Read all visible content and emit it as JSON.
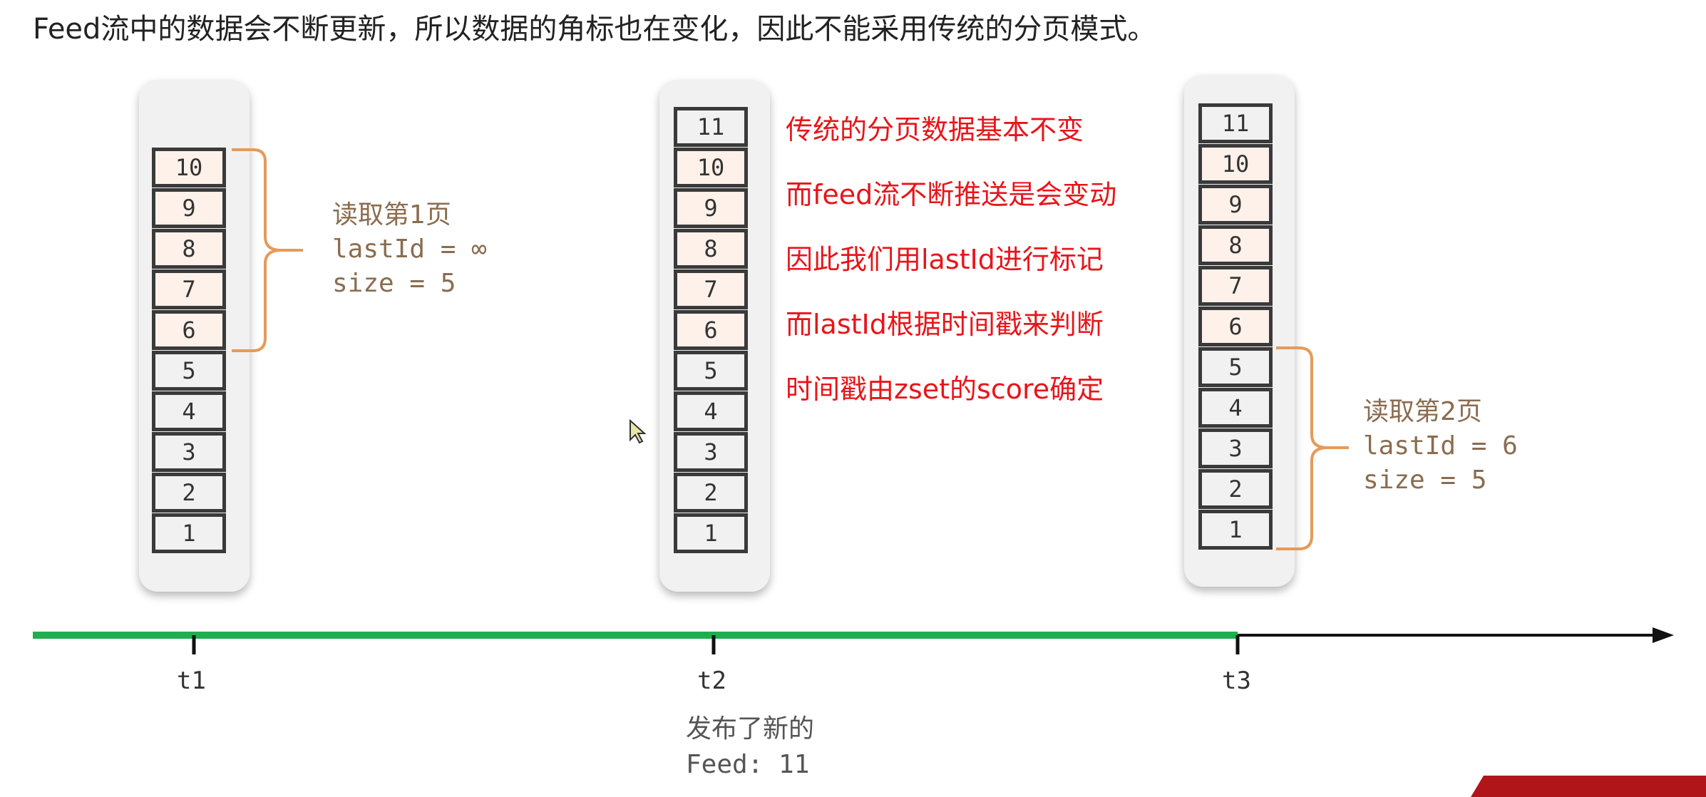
{
  "headline": "Feed流中的数据会不断更新，所以数据的角标也在变化，因此不能采用传统的分页模式。",
  "column_t1": {
    "cells": [
      "10",
      "9",
      "8",
      "7",
      "6",
      "5",
      "4",
      "3",
      "2",
      "1"
    ],
    "bracket": {
      "title": "读取第1页",
      "lastId": "lastId = ∞",
      "size": "size = 5"
    }
  },
  "column_t2": {
    "cells": [
      "11",
      "10",
      "9",
      "8",
      "7",
      "6",
      "5",
      "4",
      "3",
      "2",
      "1"
    ]
  },
  "column_t3": {
    "cells": [
      "11",
      "10",
      "9",
      "8",
      "7",
      "6",
      "5",
      "4",
      "3",
      "2",
      "1"
    ],
    "bracket": {
      "title": "读取第2页",
      "lastId": "lastId = 6",
      "size": "size = 5"
    }
  },
  "note": {
    "lines": [
      "传统的分页数据基本不变",
      "而feed流不断推送是会变动",
      "因此我们用lastId进行标记",
      "而lastId根据时间戳来判断",
      "时间戳由zset的score确定"
    ]
  },
  "timeline": {
    "ticks": [
      "t1",
      "t2",
      "t3"
    ],
    "t2_caption": {
      "line1": "发布了新的",
      "line2": "Feed: 11"
    }
  },
  "colors": {
    "progress_green": "#1fae4f",
    "bracket_orange": "#e69a5a",
    "note_red": "#e8151a",
    "highlight_cell": "#fdf1ea"
  }
}
